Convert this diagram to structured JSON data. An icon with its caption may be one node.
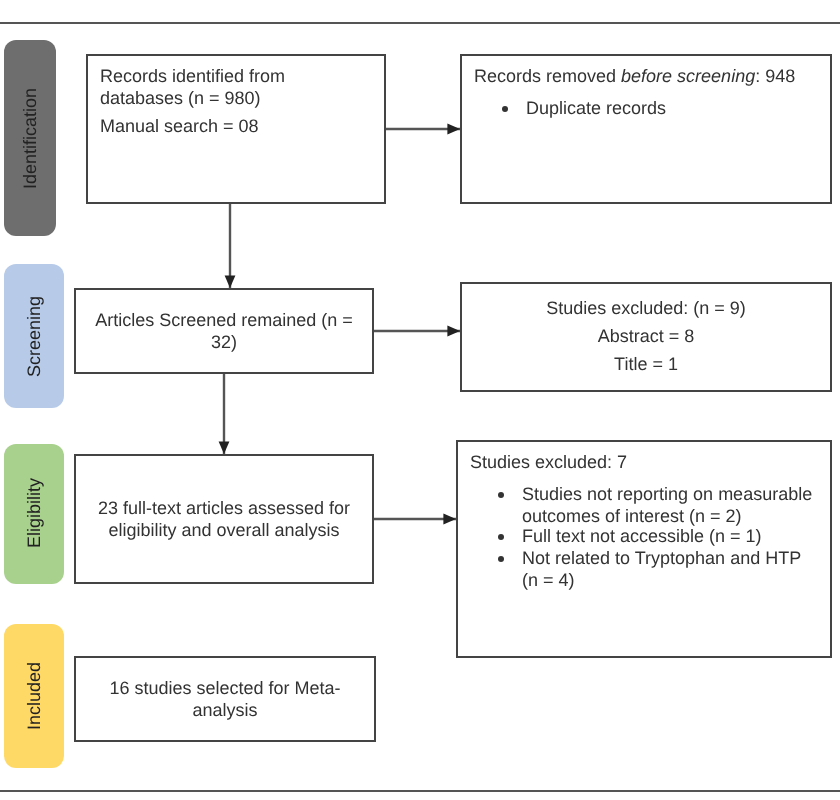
{
  "diagram": {
    "nodes": [
      {
        "text": [
          "Identification"
        ]
      },
      {
        "text": [
          "Records identified from databases (n = 980)",
          "Manual search = 08"
        ]
      },
      {
        "text": [
          "Records removed *before screening*: 948",
          "Duplicate records"
        ]
      },
      {
        "text": [
          "Screening"
        ]
      },
      {
        "text": [
          "Articles Screened remained (n = 32)"
        ]
      },
      {
        "text": [
          "Studies excluded: (n = 9)",
          "Abstract = 8",
          "Title = 1"
        ]
      },
      {
        "text": [
          "Eligibility"
        ]
      },
      {
        "text": [
          "23 full-text articles assessed for eligibility and overall analysis"
        ]
      },
      {
        "text": [
          "Studies excluded: 7",
          "Studies not reporting on measurable outcomes of interest (n = 2)",
          "Full text not accessible (n = 1)",
          "Not related to Tryptophan and HTP (n = 4)"
        ]
      },
      {
        "text": [
          "Included"
        ]
      },
      {
        "text": [
          "16 studies selected for Meta-analysis"
        ]
      }
    ],
    "edges": [
      {
        "from": 1,
        "to": 2,
        "arrow": "to"
      },
      {
        "from": 1,
        "to": 4,
        "arrow": "to"
      },
      {
        "from": 4,
        "to": 5,
        "arrow": "to"
      },
      {
        "from": 4,
        "to": 7,
        "arrow": "to"
      },
      {
        "from": 7,
        "to": 8,
        "arrow": "to"
      }
    ]
  }
}
